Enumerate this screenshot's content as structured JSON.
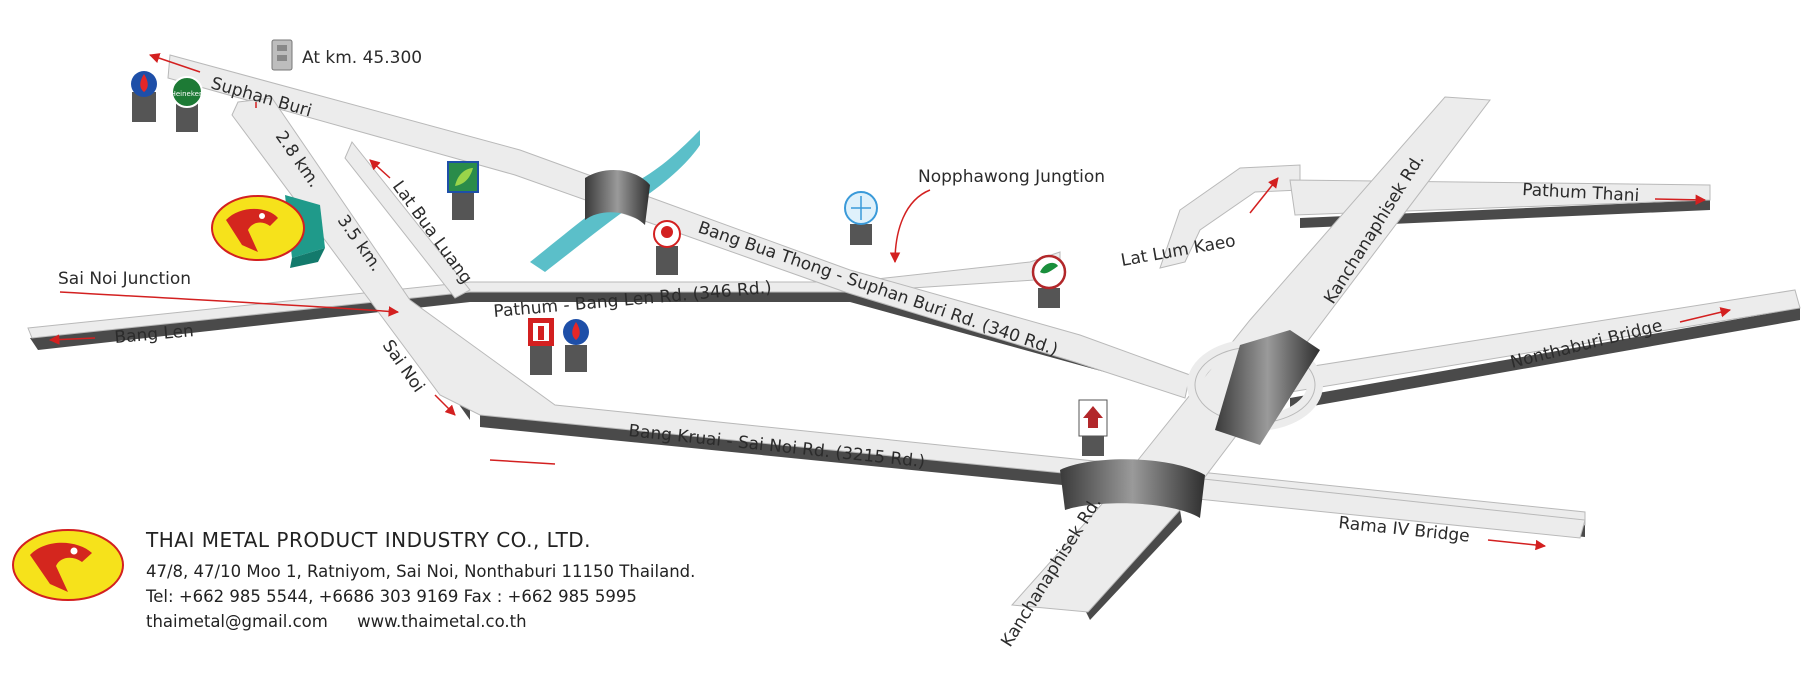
{
  "roads": {
    "suphan_buri": "Suphan Buri",
    "lat_bua_luang": "Lat Bua Luang",
    "bang_bua_thong_suphan_buri": "Bang Bua Thong - Suphan Buri Rd. (340 Rd.)",
    "pathum_bang_len": "Pathum - Bang Len Rd. (346 Rd.)",
    "bang_len": "Bang Len",
    "sai_noi": "Sai Noi",
    "bang_kruai_sai_noi": "Bang Kruai - Sai Noi Rd. (3215 Rd.)",
    "lat_lum_kaeo": "Lat Lum Kaeo",
    "kanchanaphisek_north": "Kanchanaphisek Rd.",
    "kanchanaphisek_south": "Kanchanaphisek Rd.",
    "pathum_thani": "Pathum Thani",
    "nonthaburi_bridge": "Nonthaburi Bridge",
    "rama_iv_bridge": "Rama IV Bridge"
  },
  "annotations": {
    "km_marker": "At km. 45.300",
    "dist_1": "2.8 km.",
    "dist_2": "3.5 km.",
    "sai_noi_junction": "Sai Noi Junction",
    "nopphawong_junction": "Nopphawong Jungtion"
  },
  "landmark_icons": [
    {
      "name": "ptt-station-icon"
    },
    {
      "name": "heineken-sign-icon"
    },
    {
      "name": "bangchak-station-icon"
    },
    {
      "name": "restaurant-mascot-icon"
    },
    {
      "name": "globe-shop-icon"
    },
    {
      "name": "kasikorn-bank-icon"
    },
    {
      "name": "itt-store-icon"
    },
    {
      "name": "house-shop-icon"
    },
    {
      "name": "building-marker-icon"
    }
  ],
  "heineken_text": "Heineken",
  "company": {
    "name": "THAI METAL PRODUCT INDUSTRY CO., LTD.",
    "address": "47/8, 47/10 Moo 1, Ratniyom, Sai Noi, Nonthaburi 11150 Thailand.",
    "phone_fax": "Tel: +662 985 5544, +6686 303 9169  Fax : +662 985 5995",
    "email": "thaimetal@gmail.com",
    "website": "www.thaimetal.co.th"
  },
  "colors": {
    "road": "#ececec",
    "road_side": "#4a4a4a",
    "river": "#5bbfc9",
    "arrow": "#d32020",
    "logo_yellow": "#f6e21b",
    "logo_red": "#d4261e"
  }
}
